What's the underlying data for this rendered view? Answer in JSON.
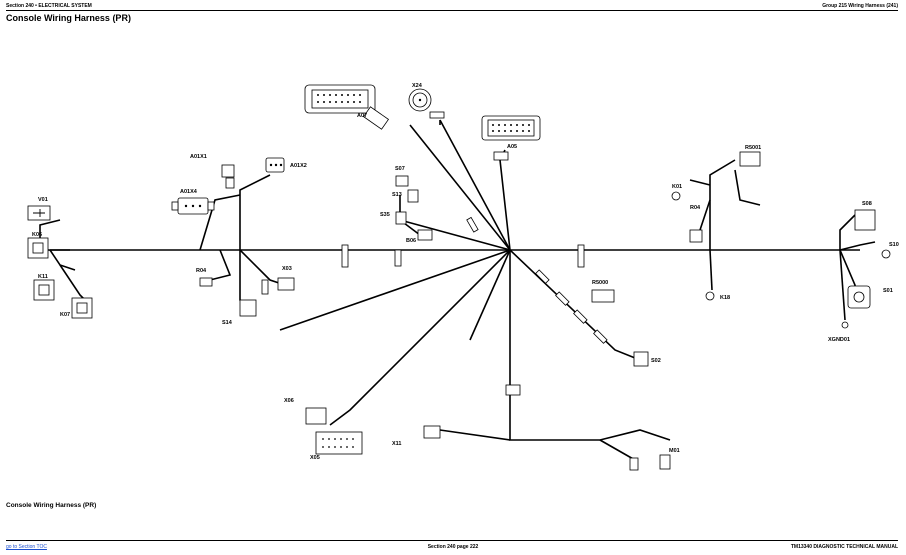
{
  "header": {
    "left": "Section 240 • ELECTRICAL SYSTEM",
    "right": "Group 215 Wiring Harness (241)"
  },
  "title": "Console Wiring Harness (PR)",
  "caption": "Console Wiring Harness (PR)",
  "footer": {
    "link": "go to Section TOC",
    "center": "Section 240 page 222",
    "right": "TM13340 DIAGNOSTIC TECHNICAL MANUAL"
  },
  "components": {
    "A07": "A07",
    "X24": "X24",
    "A05": "A05",
    "A01X1": "A01X1",
    "A01X2": "A01X2",
    "A01X4": "A01X4",
    "V01": "V01",
    "K06": "K06",
    "K11": "K11",
    "K07": "K07",
    "S07": "S07",
    "S13": "S13",
    "S35": "S35",
    "B06": "B06",
    "R04": "R04",
    "X03": "X03",
    "S14": "S14",
    "R5001": "R5001",
    "K01": "K01",
    "R04b": "R04",
    "K18": "K18",
    "S08": "S08",
    "S10": "S10",
    "S01": "S01",
    "XGND01": "XGND01",
    "R5000": "R5000",
    "S02": "S02",
    "X06": "X06",
    "X05": "X05",
    "X11": "X11",
    "M01": "M01"
  }
}
